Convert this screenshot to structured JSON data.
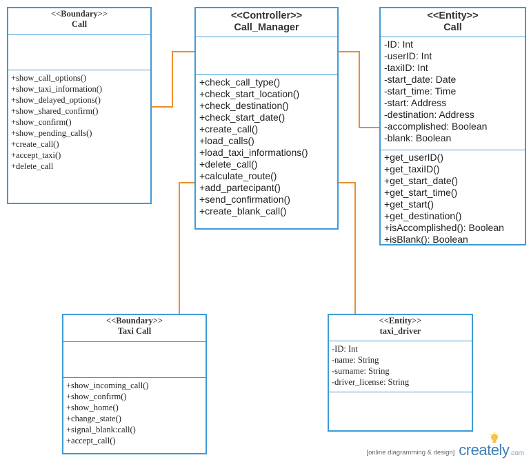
{
  "classes": {
    "call_boundary": {
      "stereotype": "<<Boundary>>",
      "name": "Call",
      "attributes": [],
      "methods": [
        "+show_call_options()",
        "+show_taxi_information()",
        "+show_delayed_options()",
        "+show_shared_confirm()",
        "+show_confirm()",
        "+show_pending_calls()",
        "+create_call()",
        "+accept_taxi()",
        "+delete_call"
      ]
    },
    "call_manager": {
      "stereotype": "<<Controller>>",
      "name": "Call_Manager",
      "attributes": [],
      "methods": [
        "+check_call_type()",
        "+check_start_location()",
        "+check_destination()",
        "+check_start_date()",
        "+create_call()",
        "+load_calls()",
        "+load_taxi_informations()",
        "+delete_call()",
        "+calculate_route()",
        "+add_partecipant()",
        "+send_confirmation()",
        "+create_blank_call()"
      ]
    },
    "call_entity": {
      "stereotype": "<<Entity>>",
      "name": "Call",
      "attributes": [
        "-ID: Int",
        "-userID: Int",
        "-taxiID: Int",
        "-start_date: Date",
        "-start_time: Time",
        "-start: Address",
        "-destination: Address",
        "-accomplished: Boolean",
        "-blank: Boolean"
      ],
      "methods": [
        "+get_userID()",
        "+get_taxiID()",
        "+get_start_date()",
        "+get_start_time()",
        "+get_start()",
        "+get_destination()",
        "+isAccomplished(): Boolean",
        "+isBlank(): Boolean"
      ]
    },
    "taxi_call": {
      "stereotype": "<<Boundary>>",
      "name": "Taxi Call",
      "attributes": [],
      "methods": [
        "+show_incoming_call()",
        "+show_confirm()",
        "+show_home()",
        "+change_state()",
        "+signal_blank:call()",
        "+accept_call()"
      ]
    },
    "taxi_driver": {
      "stereotype": "<<Entity>>",
      "name": "taxi_driver",
      "attributes": [
        "-ID: Int",
        "-name: String",
        "-surname: String",
        "-driver_license: String"
      ],
      "methods": []
    }
  },
  "footer": {
    "tagline": "[online diagramming & design]",
    "brand": "creately",
    "brand_suffix": ".com"
  },
  "colors": {
    "border": "#3d9bd6",
    "connector": "#ee8c2b"
  }
}
